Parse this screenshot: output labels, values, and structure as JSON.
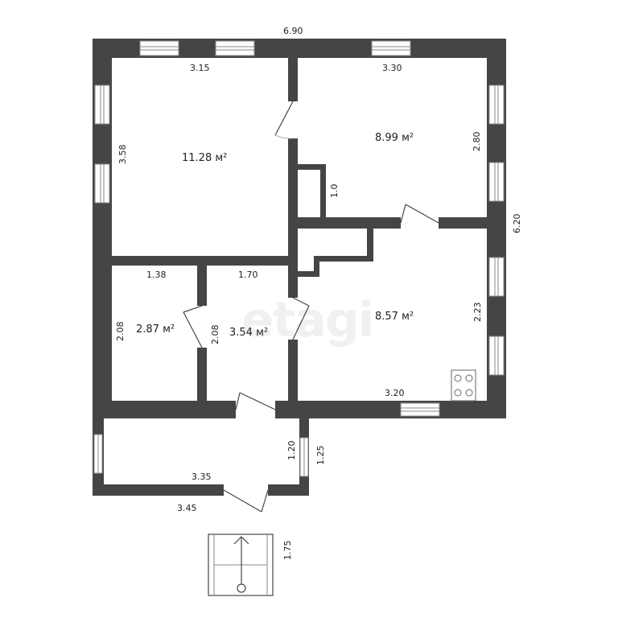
{
  "watermark": "etagi",
  "overall": {
    "width_label": "6.90",
    "height_label": "6.20"
  },
  "rooms": [
    {
      "id": "room-nw",
      "area": "11.28 м²",
      "width": "3.15",
      "height": "3.58"
    },
    {
      "id": "room-ne",
      "area": "8.99 м²",
      "width": "3.30",
      "height": "2.80"
    },
    {
      "id": "room-sw-small",
      "area": "2.87 м²",
      "width": "1.38",
      "height": "2.08"
    },
    {
      "id": "room-sw-mid",
      "area": "3.54 м²",
      "width": "1.70",
      "height": "2.08"
    },
    {
      "id": "room-se-kitchen",
      "area": "8.57 м²",
      "width": "3.20",
      "height": "2.23"
    }
  ],
  "closet_depth": "1.0",
  "porch": {
    "inner_width": "3.35",
    "outer_width": "3.45",
    "inner_depth": "1.20",
    "outer_depth": "1.25"
  },
  "stair": {
    "depth": "1.75"
  },
  "icons": {
    "stove": "stove-icon",
    "stair_arrow": "arrow-up-icon"
  },
  "colors": {
    "wall": "#454545",
    "window": "#ffffff"
  }
}
